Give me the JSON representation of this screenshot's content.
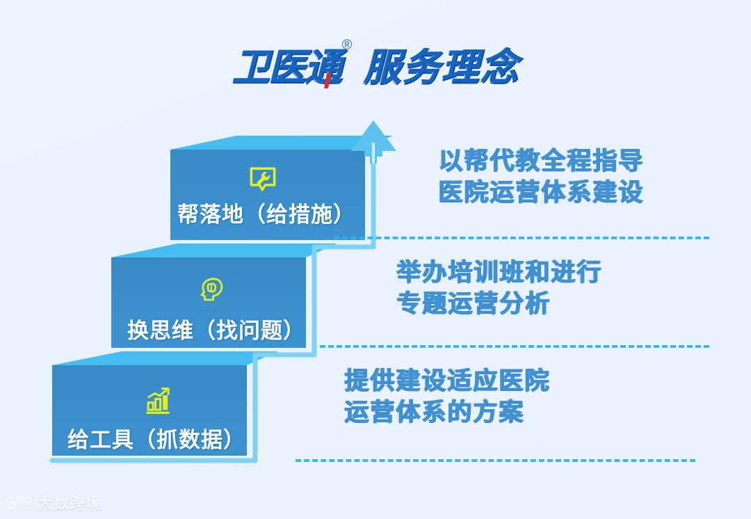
{
  "page": {
    "background_color": "#eaf2fd",
    "brand_blue": "#1565c0",
    "step_face_color": "#3b92d1",
    "step_tread_color": "#45bdf0",
    "outline_color": "#7fd2f2",
    "icon_yellow": "#e4ef21",
    "body_text_color": "#4091d3",
    "divider_color": "#2ab5e8"
  },
  "title": {
    "brand": "卫医通",
    "registered_symbol": "®",
    "subtitle": "服务理念"
  },
  "stairs": {
    "arrow_direction": "up",
    "steps": [
      {
        "order": 3,
        "position": "top",
        "label": "帮落地（给措施）",
        "icon": "wrench-speech-bubble-icon"
      },
      {
        "order": 2,
        "position": "middle",
        "label": "换思维（找问题）",
        "icon": "head-brain-icon"
      },
      {
        "order": 1,
        "position": "bottom",
        "label": "给工具（抓数据）",
        "icon": "bar-chart-growth-icon"
      }
    ]
  },
  "descriptions": [
    {
      "line1": "以帮代教全程指导",
      "line2": "医院运营体系建设"
    },
    {
      "line1": "举办培训班和进行",
      "line2": "专题运营分析"
    },
    {
      "line1": "提供建设适应医院",
      "line2": "运营体系的方案"
    }
  ],
  "watermark": {
    "text": "大数跨境"
  }
}
